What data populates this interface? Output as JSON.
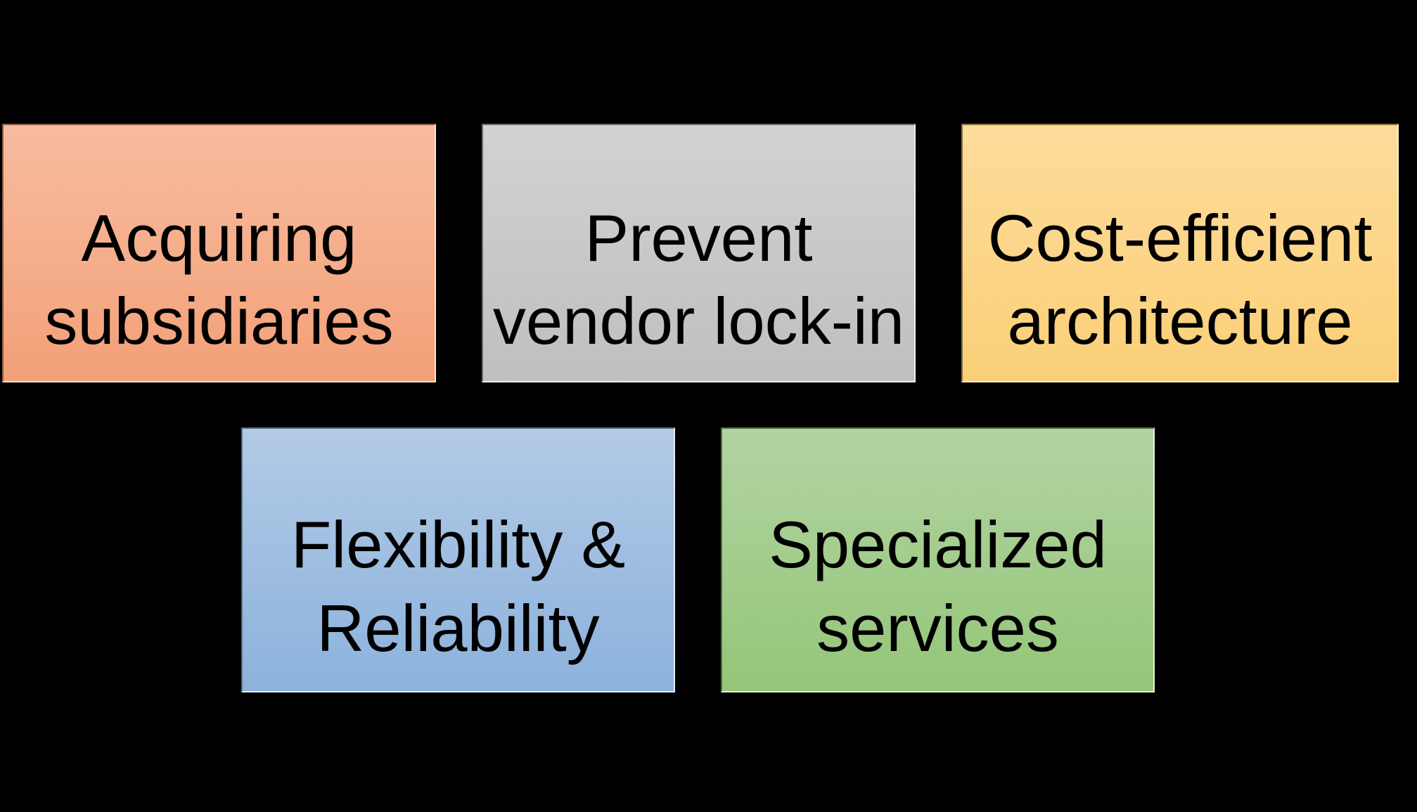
{
  "background_color": "#000000",
  "text_color": "#000000",
  "boxes": [
    {
      "name": "acquiring-subsidiaries",
      "lines": [
        "Acquiring",
        "subsidiaries"
      ],
      "fill_top": "#F8BCA0",
      "fill_bottom": "#F2A077",
      "border_dark": "#8A5A43",
      "border_light": "#FBE3D6"
    },
    {
      "name": "prevent-vendor-lock-in",
      "lines": [
        "Prevent",
        "vendor lock-in"
      ],
      "fill_top": "#D2D2D2",
      "fill_bottom": "#BFBFBF",
      "border_dark": "#6A6A6A",
      "border_light": "#EDEDED"
    },
    {
      "name": "cost-efficient-architecture",
      "lines": [
        "Cost-efficient",
        "architecture"
      ],
      "fill_top": "#FDDC9A",
      "fill_bottom": "#FBCF78",
      "border_dark": "#8A7242",
      "border_light": "#FDEFD3"
    },
    {
      "name": "flexibility-reliability",
      "lines": [
        "Flexibility &",
        "Reliability"
      ],
      "fill_top": "#B2CAE6",
      "fill_bottom": "#8CB2DC",
      "border_dark": "#56718C",
      "border_light": "#E3ECF6"
    },
    {
      "name": "specialized-services",
      "lines": [
        "Specialized",
        "services"
      ],
      "fill_top": "#B2D3A2",
      "fill_bottom": "#94C678",
      "border_dark": "#53713F",
      "border_light": "#E4F0DC"
    }
  ]
}
